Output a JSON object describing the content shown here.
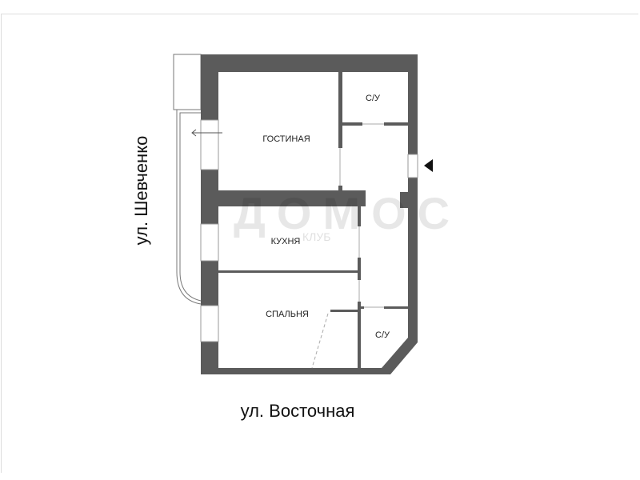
{
  "plan": {
    "rooms": {
      "living_room": "ГОСТИНАЯ",
      "kitchen": "КУХНЯ",
      "bedroom": "СПАЛЬНЯ",
      "bathroom_top": "С/У",
      "bathroom_bottom": "С/У"
    },
    "streets": {
      "left": "ул. Шевченко",
      "bottom": "ул. Восточная"
    },
    "watermark": {
      "main": "ДОМОС",
      "sub": "КЛУБ"
    },
    "colors": {
      "wall": "#5b5b5b",
      "glass": "#bbbbbb"
    }
  }
}
